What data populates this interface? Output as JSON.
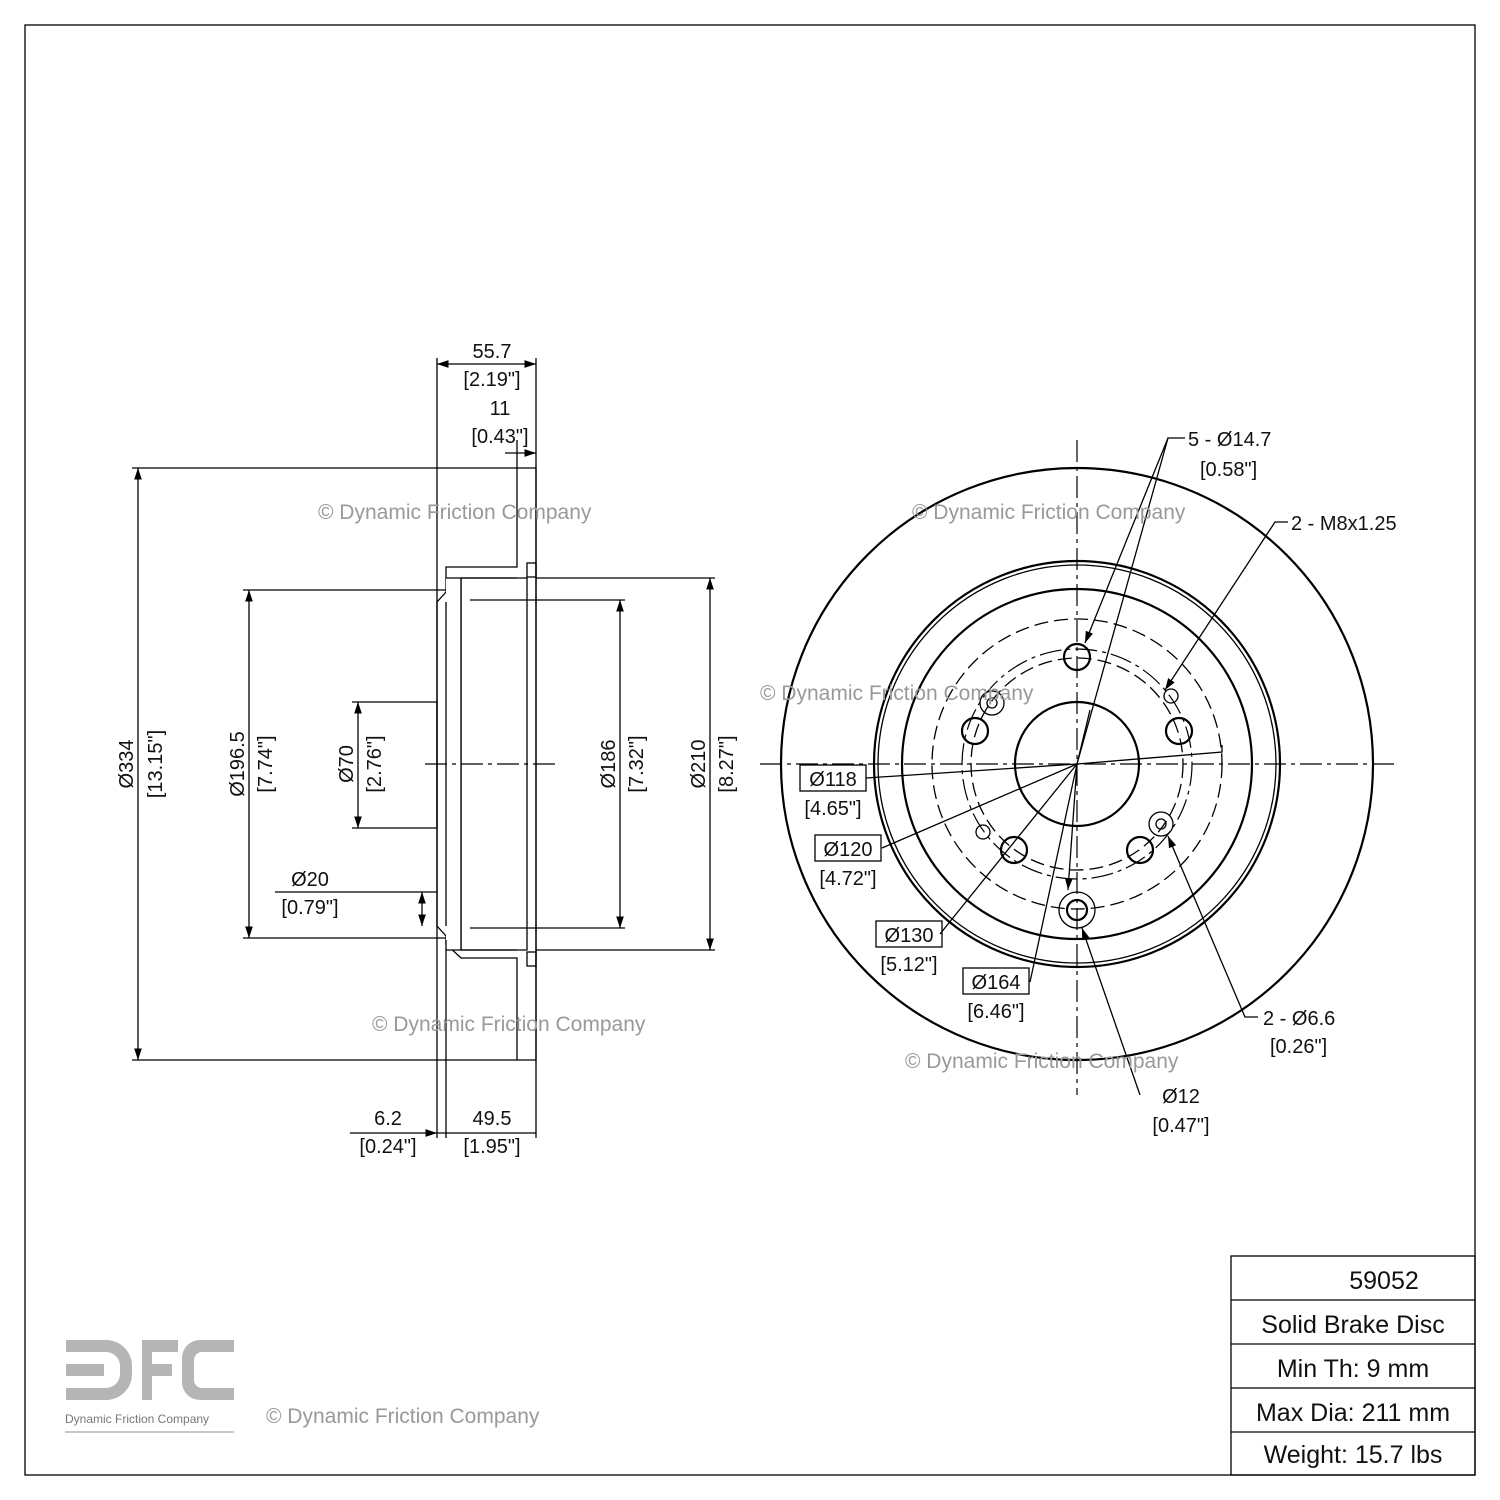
{
  "watermark": "© Dynamic Friction Company",
  "logo": {
    "letters": "DFC",
    "caption": "Dynamic Friction Company"
  },
  "side_view": {
    "overall_width": "55.7",
    "overall_width_in": "[2.19\"]",
    "rotor_thickness": "11",
    "rotor_thickness_in": "[0.43\"]",
    "outer_dia": "Ø334",
    "outer_dia_in": "[13.15\"]",
    "hat_dia": "Ø196.5",
    "hat_dia_in": "[7.74\"]",
    "center_bore": "Ø70",
    "center_bore_in": "[2.76\"]",
    "pin_dia": "Ø20",
    "pin_dia_in": "[0.79\"]",
    "inner_dia": "Ø186",
    "inner_dia_in": "[7.32\"]",
    "hat_outer_dia": "Ø210",
    "hat_outer_dia_in": "[8.27\"]",
    "flange_thickness": "6.2",
    "flange_thickness_in": "[0.24\"]",
    "hat_height": "49.5",
    "hat_height_in": "[1.95\"]"
  },
  "front_view": {
    "lug_holes": "5 - Ø14.7",
    "lug_holes_in": "[0.58\"]",
    "thread": "2 - M8x1.25",
    "d118": "Ø118",
    "d118_in": "[4.65\"]",
    "d120": "Ø120",
    "d120_in": "[4.72\"]",
    "d130": "Ø130",
    "d130_in": "[5.12\"]",
    "d164": "Ø164",
    "d164_in": "[6.46\"]",
    "small_holes": "2 - Ø6.6",
    "small_holes_in": "[0.26\"]",
    "d12": "Ø12",
    "d12_in": "[0.47\"]"
  },
  "title_block": {
    "part_number": "59052",
    "description": "Solid Brake Disc",
    "min_thickness": "Min Th: 9 mm",
    "max_diameter": "Max Dia: 211 mm",
    "weight": "Weight: 15.7 lbs"
  }
}
